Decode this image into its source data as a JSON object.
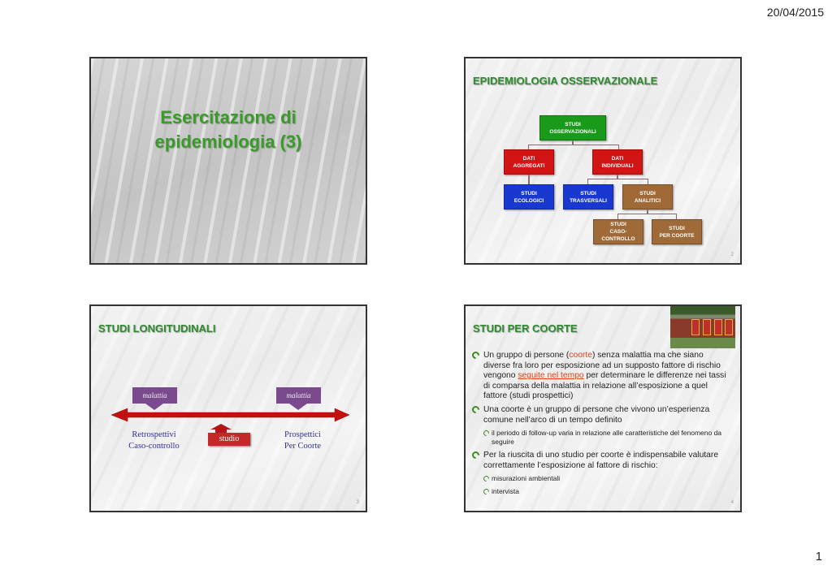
{
  "header": {
    "date": "20/04/2015"
  },
  "footer": {
    "page": "1"
  },
  "slide1": {
    "title_line1": "Esercitazione di",
    "title_line2": "epidemiologia (3)"
  },
  "slide2": {
    "title": "EPIDEMIOLOGIA OSSERVAZIONALE",
    "number": "2",
    "boxes": {
      "root": [
        "STUDI",
        "OSSERVAZIONALI"
      ],
      "aggregati": [
        "DATI",
        "AGGREGATI"
      ],
      "individuali": [
        "DATI",
        "INDIVIDUALI"
      ],
      "ecologici": [
        "STUDI",
        "ECOLOGICI"
      ],
      "trasversali": [
        "STUDI",
        "TRASVERSALI"
      ],
      "analitici": [
        "STUDI",
        "ANALITICI"
      ],
      "caso": [
        "STUDI",
        "CASO-CONTROLLO"
      ],
      "coorte": [
        "STUDI",
        "PER COORTE"
      ]
    }
  },
  "slide3": {
    "title": "STUDI LONGITUDINALI",
    "number": "3",
    "malattia_left": "malattia",
    "malattia_right": "malattia",
    "studio": "studio",
    "left_label": [
      "Retrospettivi",
      "Caso-controllo"
    ],
    "right_label": [
      "Prospettici",
      "Per Coorte"
    ]
  },
  "slide4": {
    "title": "STUDI PER COORTE",
    "number": "4",
    "b1": {
      "p1": "Un gruppo di persone (",
      "coorte": "coorte",
      "p2": ") senza malattia ma che siano diverse fra loro per esposizione ad un supposto fattore di rischio vengono ",
      "seguite": "seguite nel tempo",
      "p3": " per determinare le differenze nei tassi di comparsa della malattia in relazione all’esposizione a quel fattore (studi prospettici)"
    },
    "b2": "Una coorte è un gruppo di persone che vivono un’esperienza comune nell’arco di un tempo definito",
    "b2a": "il periodo di follow-up varia in relazione alle caratteristiche del fenomeno da seguire",
    "b3": "Per la riuscita di uno studio per coorte è indispensabile valutare correttamente l’esposizione al fattore di rischio:",
    "b3a": "misurazioni ambientali",
    "b3b": "intervista"
  }
}
